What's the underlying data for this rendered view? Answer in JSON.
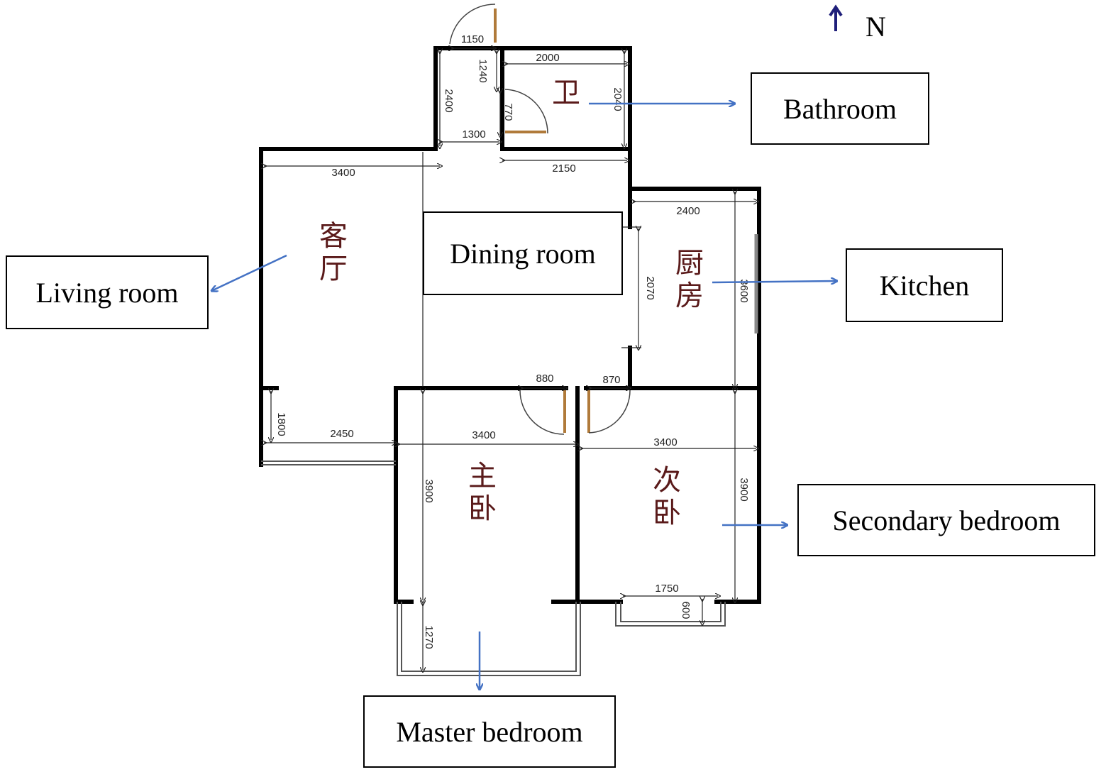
{
  "compass": {
    "label": "N"
  },
  "labels": {
    "bathroom": "Bathroom",
    "dining": "Dining room",
    "living": "Living room",
    "kitchen": "Kitchen",
    "secondary": "Secondary bedroom",
    "master": "Master bedroom"
  },
  "rooms_cn": {
    "bath": "卫",
    "living_1": "客",
    "living_2": "厅",
    "kitchen_1": "厨",
    "kitchen_2": "房",
    "master_1": "主",
    "master_2": "卧",
    "secondary_1": "次",
    "secondary_2": "卧"
  },
  "dimensions": {
    "d1150": "1150",
    "d1240": "1240",
    "d2000": "2000",
    "d2400_v": "2400",
    "d770": "770",
    "d2040": "2040",
    "d1300": "1300",
    "d3400_living": "3400",
    "d2150": "2150",
    "d2400_kitchen": "2400",
    "d2070": "2070",
    "d3600": "3600",
    "d880": "880",
    "d870": "870",
    "d1800": "1800",
    "d2450": "2450",
    "d3400_master": "3400",
    "d3400_secondary": "3400",
    "d3900_master": "3900",
    "d3900_secondary": "3900",
    "d1750": "1750",
    "d600": "600",
    "d1270": "1270"
  },
  "colors": {
    "arrow": "#4472c4",
    "compass_arrow": "#1f1f7a",
    "wall": "#000000",
    "door": "#b07a3a",
    "room_text": "#5a1a1a"
  }
}
